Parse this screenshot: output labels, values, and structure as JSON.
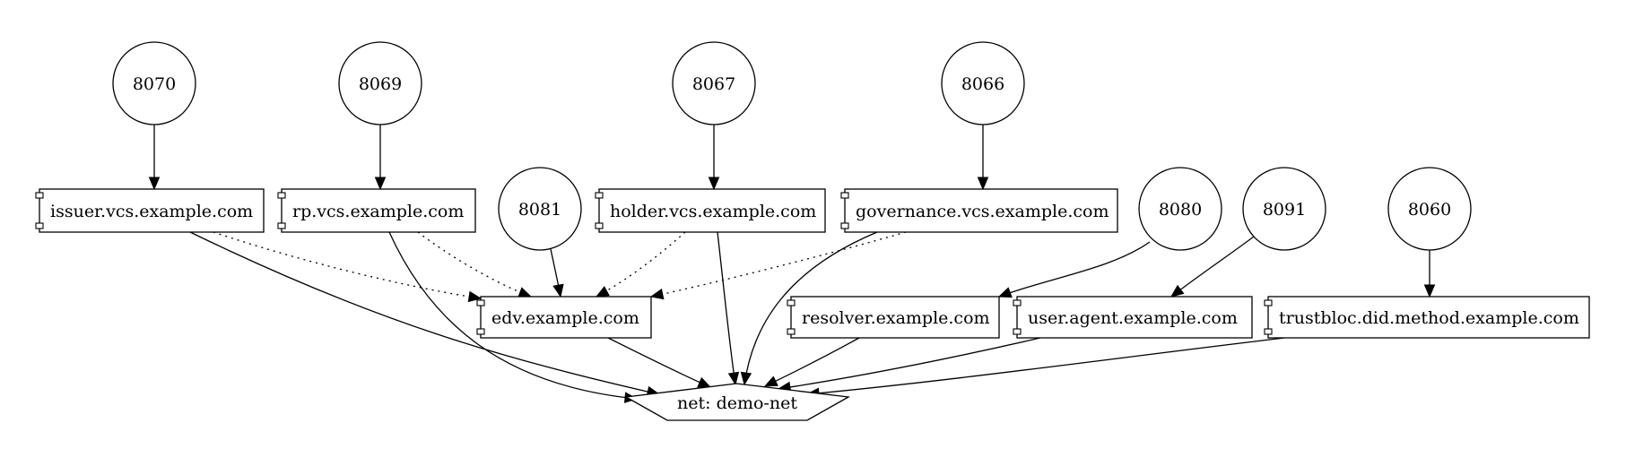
{
  "ports": [
    {
      "id": "p8070",
      "label": "8070"
    },
    {
      "id": "p8069",
      "label": "8069"
    },
    {
      "id": "p8067",
      "label": "8067"
    },
    {
      "id": "p8066",
      "label": "8066"
    },
    {
      "id": "p8081",
      "label": "8081"
    },
    {
      "id": "p8080",
      "label": "8080"
    },
    {
      "id": "p8091",
      "label": "8091"
    },
    {
      "id": "p8060",
      "label": "8060"
    }
  ],
  "services": [
    {
      "id": "issuer",
      "label": "issuer.vcs.example.com"
    },
    {
      "id": "rp",
      "label": "rp.vcs.example.com"
    },
    {
      "id": "holder",
      "label": "holder.vcs.example.com"
    },
    {
      "id": "governance",
      "label": "governance.vcs.example.com"
    },
    {
      "id": "edv",
      "label": "edv.example.com"
    },
    {
      "id": "resolver",
      "label": "resolver.example.com"
    },
    {
      "id": "useragent",
      "label": "user.agent.example.com"
    },
    {
      "id": "trustbloc",
      "label": "trustbloc.did.method.example.com"
    }
  ],
  "network": {
    "id": "net",
    "label": "net: demo-net"
  },
  "edges": [
    {
      "from": "p8070",
      "to": "issuer",
      "style": "solid"
    },
    {
      "from": "p8069",
      "to": "rp",
      "style": "solid"
    },
    {
      "from": "p8067",
      "to": "holder",
      "style": "solid"
    },
    {
      "from": "p8066",
      "to": "governance",
      "style": "solid"
    },
    {
      "from": "p8081",
      "to": "edv",
      "style": "solid"
    },
    {
      "from": "p8080",
      "to": "resolver",
      "style": "solid"
    },
    {
      "from": "p8091",
      "to": "useragent",
      "style": "solid"
    },
    {
      "from": "p8060",
      "to": "trustbloc",
      "style": "solid"
    },
    {
      "from": "issuer",
      "to": "edv",
      "style": "dotted"
    },
    {
      "from": "rp",
      "to": "edv",
      "style": "dotted"
    },
    {
      "from": "holder",
      "to": "edv",
      "style": "dotted"
    },
    {
      "from": "governance",
      "to": "edv",
      "style": "dotted"
    },
    {
      "from": "issuer",
      "to": "net",
      "style": "solid"
    },
    {
      "from": "rp",
      "to": "net",
      "style": "solid"
    },
    {
      "from": "holder",
      "to": "net",
      "style": "solid"
    },
    {
      "from": "governance",
      "to": "net",
      "style": "solid"
    },
    {
      "from": "edv",
      "to": "net",
      "style": "solid"
    },
    {
      "from": "resolver",
      "to": "net",
      "style": "solid"
    },
    {
      "from": "useragent",
      "to": "net",
      "style": "solid"
    },
    {
      "from": "trustbloc",
      "to": "net",
      "style": "solid"
    }
  ]
}
